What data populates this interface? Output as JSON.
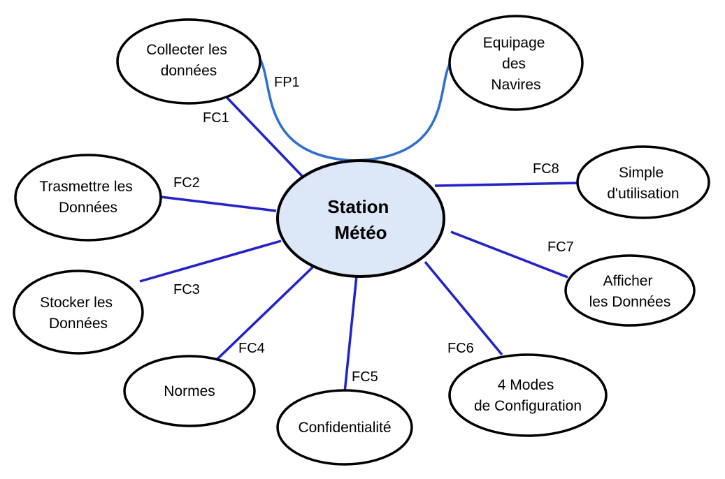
{
  "center": {
    "lines": [
      "Station",
      "Météo"
    ],
    "fill": "#dce8f8"
  },
  "nodes": {
    "collecter": {
      "lines": [
        "Collecter les",
        "données"
      ]
    },
    "equipage": {
      "lines": [
        "Equipage",
        "des",
        "Navires"
      ]
    },
    "trasmettre": {
      "lines": [
        "Trasmettre les",
        "Données"
      ]
    },
    "stocker": {
      "lines": [
        "Stocker les",
        "Données"
      ]
    },
    "normes": {
      "lines": [
        "Normes"
      ]
    },
    "confidentialite": {
      "lines": [
        "Confidentialité"
      ]
    },
    "modes": {
      "lines": [
        "4 Modes",
        "de Configuration"
      ]
    },
    "afficher": {
      "lines": [
        "Afficher",
        "les Données"
      ]
    },
    "simple": {
      "lines": [
        "Simple",
        "d'utilisation"
      ]
    }
  },
  "edges": {
    "fp1": "FP1",
    "fc1": "FC1",
    "fc2": "FC2",
    "fc3": "FC3",
    "fc4": "FC4",
    "fc5": "FC5",
    "fc6": "FC6",
    "fc7": "FC7",
    "fc8": "FC8"
  },
  "colors": {
    "connector": "#1f1fe0",
    "fp_curve": "#2a6fdc",
    "outline": "#000000"
  }
}
